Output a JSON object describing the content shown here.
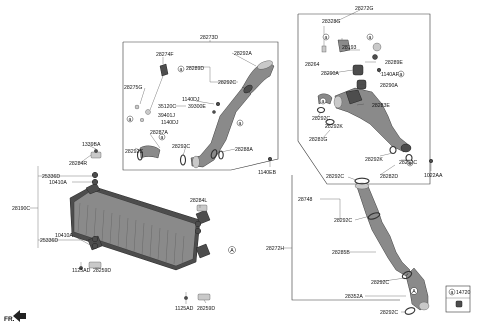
{
  "labels": {
    "g_28272G": "28272G",
    "g_28273D": "28273D",
    "g_28274F": "28274F",
    "g_28292A_top": "28292A",
    "g_28289D": "28289D",
    "g_28292C_a": "28292C",
    "g_28275G": "28275G",
    "g_1140DJ_a": "1140DJ",
    "g_39300E": "39300E",
    "g_35120C": "35120C",
    "g_39401J": "39401J",
    "g_1140DJ_b": "1140DJ",
    "g_28287A": "28287A",
    "g_28292C_b": "28292C",
    "g_28292C_c": "28292C",
    "g_28288A": "28288A",
    "g_1140EB": "1140EB",
    "g_28328G": "28328G",
    "g_28193": "28193",
    "g_28264": "28264",
    "g_28289E": "28289E",
    "g_28290A_a": "28290A",
    "g_1140AF": "1140AF",
    "g_28290A_b": "28290A",
    "g_28283E": "28283E",
    "g_28292C_d": "28292C",
    "g_28292K_a": "28292K",
    "g_28281G": "28281G",
    "g_28292K_b": "28292K",
    "g_28292C_e": "28292C",
    "g_28282D": "28282D",
    "g_1022AA": "1022AA",
    "g_1339BA": "1339BA",
    "g_28284R": "28284R",
    "g_25336D_a": "25336D",
    "g_10410A_a": "10410A",
    "g_28190C": "28190C",
    "g_28284L": "28284L",
    "g_25336D_b": "25336D",
    "g_10410A_b": "10410A",
    "g_1125AD_a": "1125AD",
    "g_28259D_a": "28259D",
    "g_1125AD_b": "1125AD",
    "g_28259D_b": "28259D",
    "g_28292C_f": "28292C",
    "g_28748": "28748",
    "g_28292C_g": "28292C",
    "g_28272H": "28272H",
    "g_28285B": "28285B",
    "g_28292C_h": "28292C",
    "g_28352A": "28352A",
    "g_28292C_i": "28292C",
    "g_14720": "14720",
    "fr": "FR."
  },
  "callouts": {
    "a": "a",
    "A": "A"
  },
  "icons": [
    "clamp-icon",
    "hose-icon",
    "intercooler-icon",
    "bolt-icon",
    "front-arrow-icon"
  ]
}
